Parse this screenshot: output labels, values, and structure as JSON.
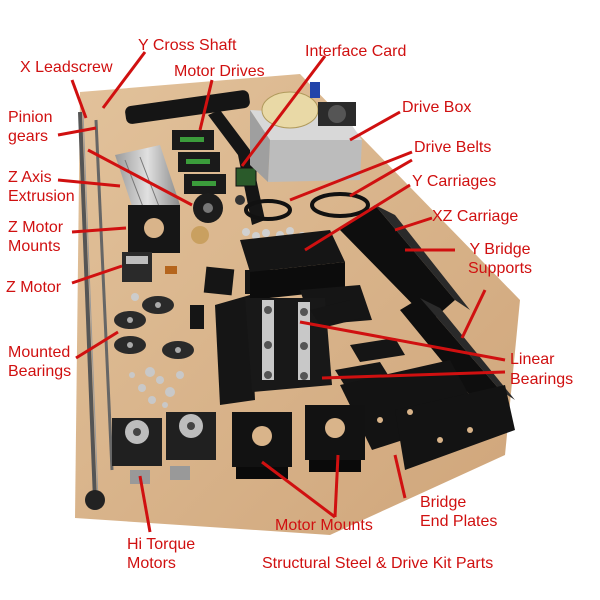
{
  "labels": {
    "x_leadscrew": "X Leadscrew",
    "y_cross_shaft": "Y Cross Shaft",
    "interface_card": "Interface Card",
    "motor_drives": "Motor Drives",
    "pinion_gears_1": "Pinion",
    "pinion_gears_2": "gears",
    "drive_box": "Drive Box",
    "drive_belts": "Drive Belts",
    "z_axis_extrusion_1": "Z Axis",
    "z_axis_extrusion_2": "Extrusion",
    "y_carriages": "Y Carriages",
    "xz_carriage": "XZ Carriage",
    "z_motor_mounts_1": "Z Motor",
    "z_motor_mounts_2": "Mounts",
    "y_bridge_supports_1": "Y Bridge",
    "y_bridge_supports_2": "Supports",
    "z_motor": "Z Motor",
    "mounted_bearings_1": "Mounted",
    "mounted_bearings_2": "Bearings",
    "linear_bearings_1": "Linear",
    "linear_bearings_2": "Bearings",
    "bridge_end_plates_1": "Bridge",
    "bridge_end_plates_2": "End Plates",
    "motor_mounts": "Motor Mounts",
    "hi_torque_motors_1": "Hi Torque",
    "hi_torque_motors_2": "Motors",
    "caption": "Structural Steel & Drive Kit Parts"
  },
  "colors": {
    "label_red": "#d01010",
    "board": "#d9b48a",
    "steel": "#141414",
    "aluminum": "#b8b8b8"
  }
}
